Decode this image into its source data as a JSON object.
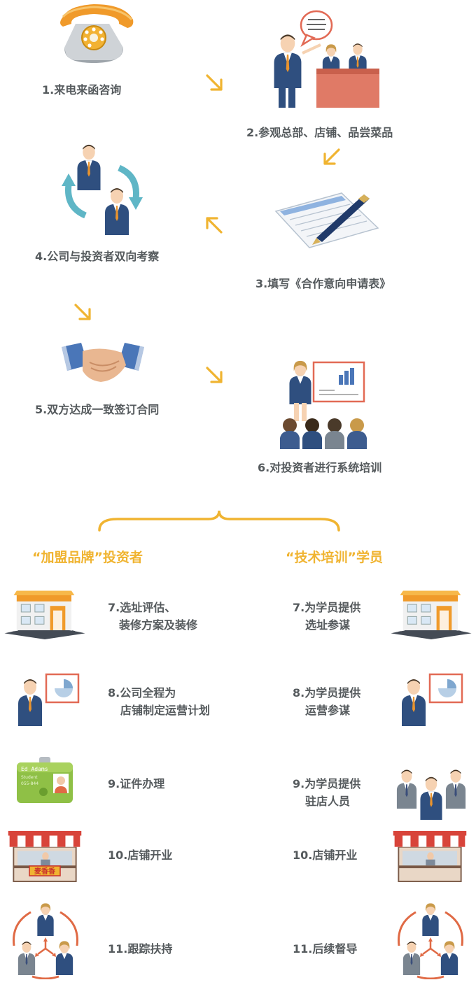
{
  "process": {
    "step1": "1.来电来函咨询",
    "step2": "2.参观总部、店铺、品尝菜品",
    "step3": "3.填写《合作意向申请表》",
    "step4": "4.公司与投资者双向考察",
    "step5": "5.双方达成一致签订合同",
    "step6": "6.对投资者进行系统培训"
  },
  "left": {
    "heading": "“加盟品牌”投资者",
    "s7a": "7.选址评估、",
    "s7b": "装修方案及装修",
    "s8a": "8.公司全程为",
    "s8b": "店铺制定运营计划",
    "s9": "9.证件办理",
    "s10": "10.店铺开业",
    "s11": "11.跟踪扶持"
  },
  "right": {
    "heading": "“技术培训”学员",
    "s7a": "7.为学员提供",
    "s7b": "选址参谋",
    "s8a": "8.为学员提供",
    "s8b": "运营参谋",
    "s9a": "9.为学员提供",
    "s9b": "驻店人员",
    "s10": "10.店铺开业",
    "s11": "11.后续督导"
  },
  "id_card": {
    "name": "Ed Adams",
    "role": "Student",
    "code": "055-844"
  },
  "shop_sign": "麦香香",
  "colors": {
    "accent": "#f0b431",
    "text": "#555a5d",
    "suit": "#2f4f7f",
    "tie": "#e8932e"
  }
}
